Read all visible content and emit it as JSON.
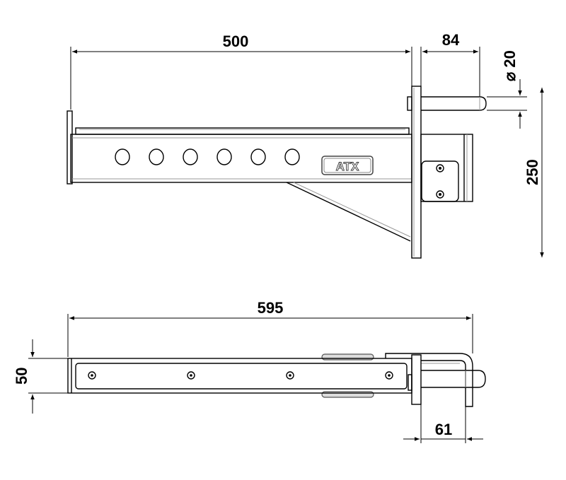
{
  "top_view": {
    "dimensions": {
      "length": "500",
      "pin_offset": "84",
      "pin_diameter": "⌀ 20",
      "height": "250"
    },
    "logo": "ATX"
  },
  "bottom_view": {
    "dimensions": {
      "length": "595",
      "width": "50",
      "pin_depth": "61"
    }
  }
}
